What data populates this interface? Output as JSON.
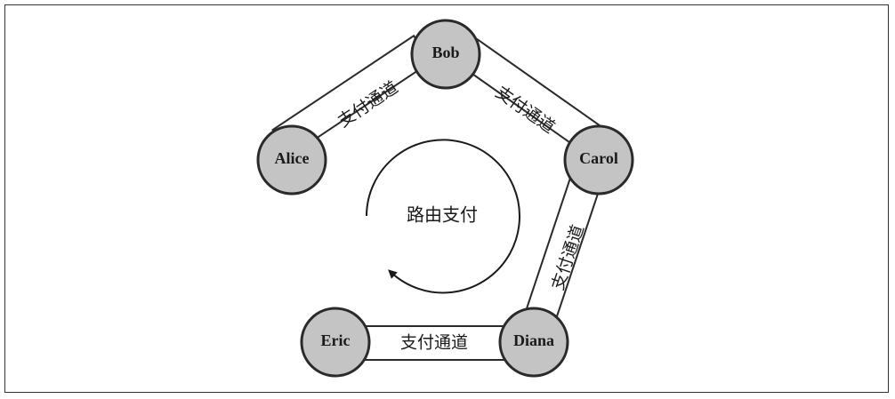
{
  "diagram": {
    "nodes": {
      "bob": "Bob",
      "alice": "Alice",
      "carol": "Carol",
      "diana": "Diana",
      "eric": "Eric"
    },
    "channels": {
      "alice_bob": "支付通道",
      "bob_carol": "支付通道",
      "carol_diana": "支付通道",
      "eric_diana": "支付通道"
    },
    "center_label": "路由支付",
    "colors": {
      "node_fill": "#c4c4c4",
      "stroke": "#2a2a2a",
      "frame": "#333333"
    }
  }
}
